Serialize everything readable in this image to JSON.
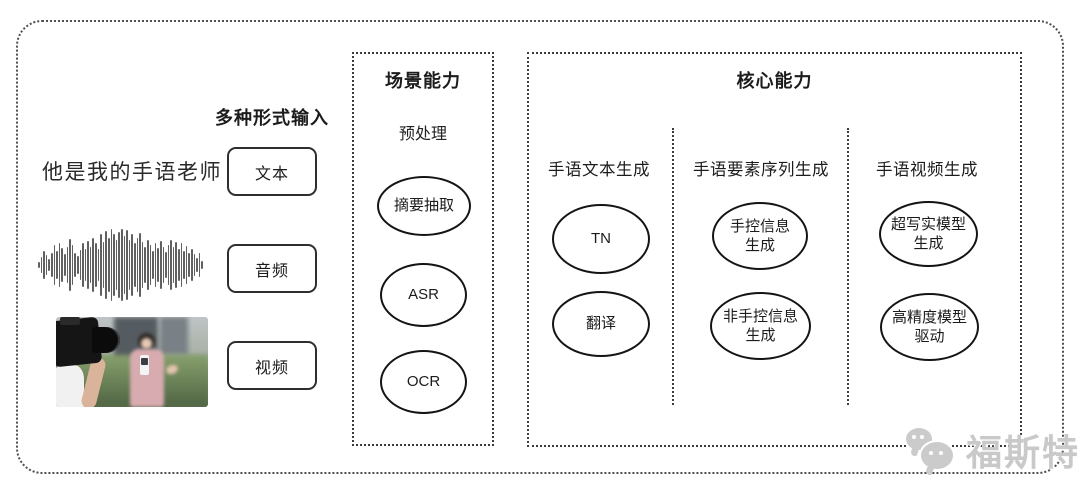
{
  "input_section": {
    "label": "多种形式输入",
    "sample_text": "他是我的手语老师",
    "buttons": [
      {
        "label": "文本"
      },
      {
        "label": "音频"
      },
      {
        "label": "视频"
      }
    ],
    "waveform_bars": [
      0.08,
      0.22,
      0.4,
      0.28,
      0.16,
      0.34,
      0.55,
      0.38,
      0.62,
      0.46,
      0.3,
      0.5,
      0.72,
      0.55,
      0.34,
      0.24,
      0.42,
      0.6,
      0.45,
      0.66,
      0.5,
      0.76,
      0.6,
      0.44,
      0.85,
      0.65,
      0.95,
      0.74,
      1.0,
      0.86,
      0.7,
      0.92,
      1.0,
      0.8,
      0.96,
      0.7,
      0.86,
      0.6,
      0.76,
      0.9,
      0.64,
      0.5,
      0.7,
      0.56,
      0.4,
      0.6,
      0.46,
      0.66,
      0.5,
      0.36,
      0.56,
      0.7,
      0.5,
      0.64,
      0.44,
      0.6,
      0.4,
      0.54,
      0.34,
      0.44,
      0.3,
      0.2,
      0.34,
      0.12
    ]
  },
  "scene_box": {
    "title": "场景能力",
    "subtitle": "预处理",
    "nodes": [
      {
        "label": "摘要抽取"
      },
      {
        "label": "ASR"
      },
      {
        "label": "OCR"
      }
    ]
  },
  "core_box": {
    "title": "核心能力",
    "columns": [
      {
        "header": "手语文本生成",
        "nodes": [
          {
            "label": "TN"
          },
          {
            "label": "翻译"
          }
        ]
      },
      {
        "header": "手语要素序列生成",
        "nodes": [
          {
            "label": "手控信息\n生成"
          },
          {
            "label": "非手控信息\n生成"
          }
        ]
      },
      {
        "header": "手语视频生成",
        "nodes": [
          {
            "label": "超写实模型\n生成"
          },
          {
            "label": "高精度模型\n驱动"
          }
        ]
      }
    ]
  },
  "watermark": {
    "text": "福斯特"
  },
  "colors": {
    "stroke": "#141414",
    "frame": "#4f4f4f",
    "watermark": "#c9c9c9"
  }
}
